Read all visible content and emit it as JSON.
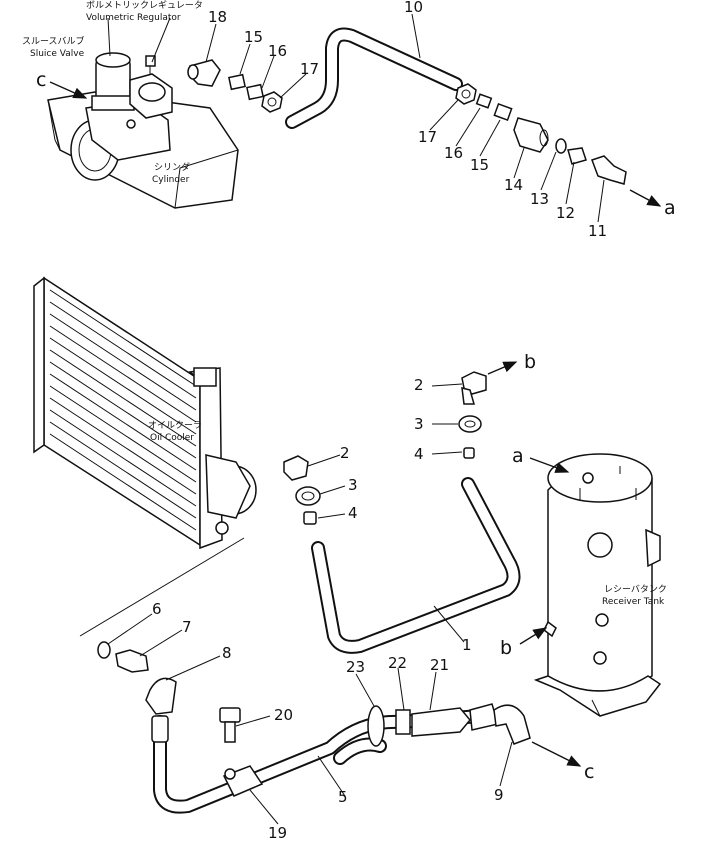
{
  "labels": {
    "sluice_valve_jp": "スルースバルブ",
    "sluice_valve_en": "Sluice Valve",
    "volumetric_regulator_jp": "ボルメトリックレギュレータ",
    "volumetric_regulator_en": "Volumetric Regulator",
    "cylinder_jp": "シリンダ",
    "cylinder_en": "Cylinder",
    "oil_cooler_jp": "オイルクーラ",
    "oil_cooler_en": "Oil Cooler",
    "receiver_tank_jp": "レシーバタンク",
    "receiver_tank_en": "Receiver Tank"
  },
  "callouts": {
    "n1": "1",
    "n2a": "2",
    "n2b": "2",
    "n3a": "3",
    "n3b": "3",
    "n4a": "4",
    "n4b": "4",
    "n5": "5",
    "n6": "6",
    "n7": "7",
    "n8": "8",
    "n9": "9",
    "n10": "10",
    "n11": "11",
    "n12": "12",
    "n13": "13",
    "n14": "14",
    "n15a": "15",
    "n15b": "15",
    "n16a": "16",
    "n16b": "16",
    "n17a": "17",
    "n17b": "17",
    "n18": "18",
    "n19": "19",
    "n20": "20",
    "n21": "21",
    "n22": "22",
    "n23": "23"
  },
  "connections": {
    "a_out": "a",
    "a_in": "a",
    "b_out": "b",
    "b_in": "b",
    "c_out": "c",
    "c_in": "c"
  }
}
